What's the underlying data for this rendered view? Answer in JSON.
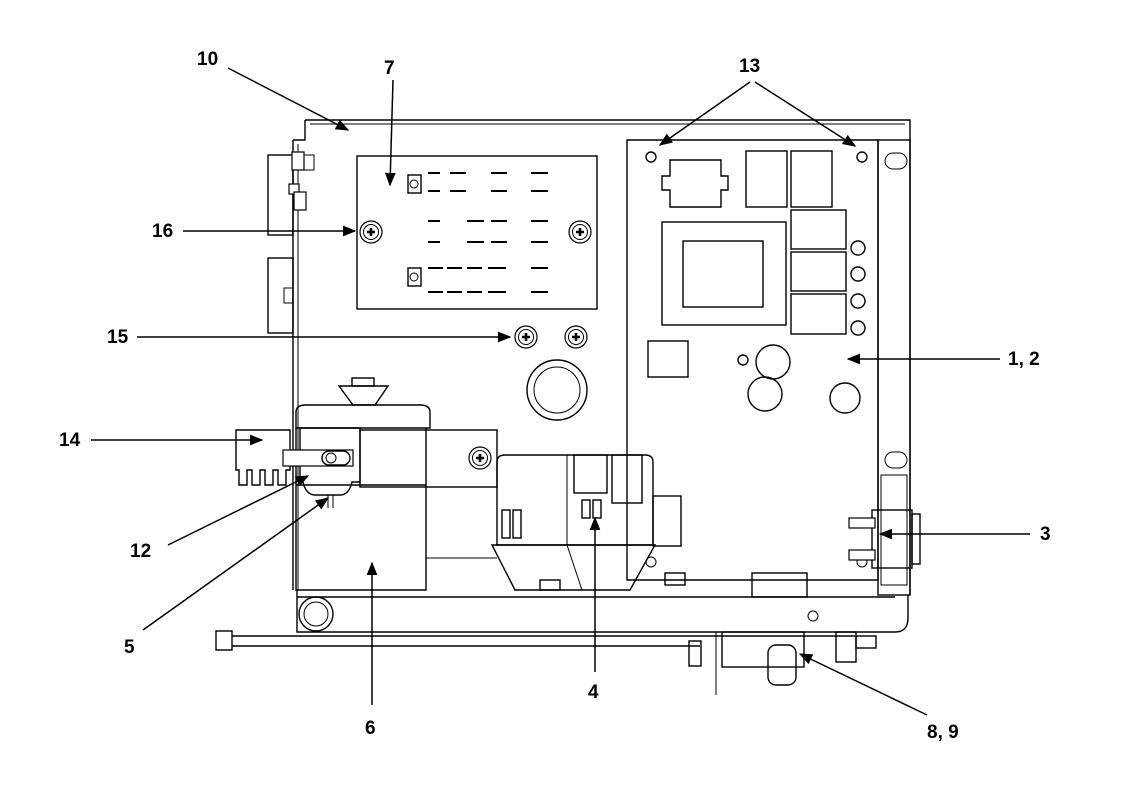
{
  "callouts": {
    "c10": "10",
    "c7": "7",
    "c13": "13",
    "c16": "16",
    "c15": "15",
    "c1_2": "1, 2",
    "c14": "14",
    "c3": "3",
    "c12": "12",
    "c5": "5",
    "c4": "4",
    "c6": "6",
    "c8_9": "8, 9"
  }
}
